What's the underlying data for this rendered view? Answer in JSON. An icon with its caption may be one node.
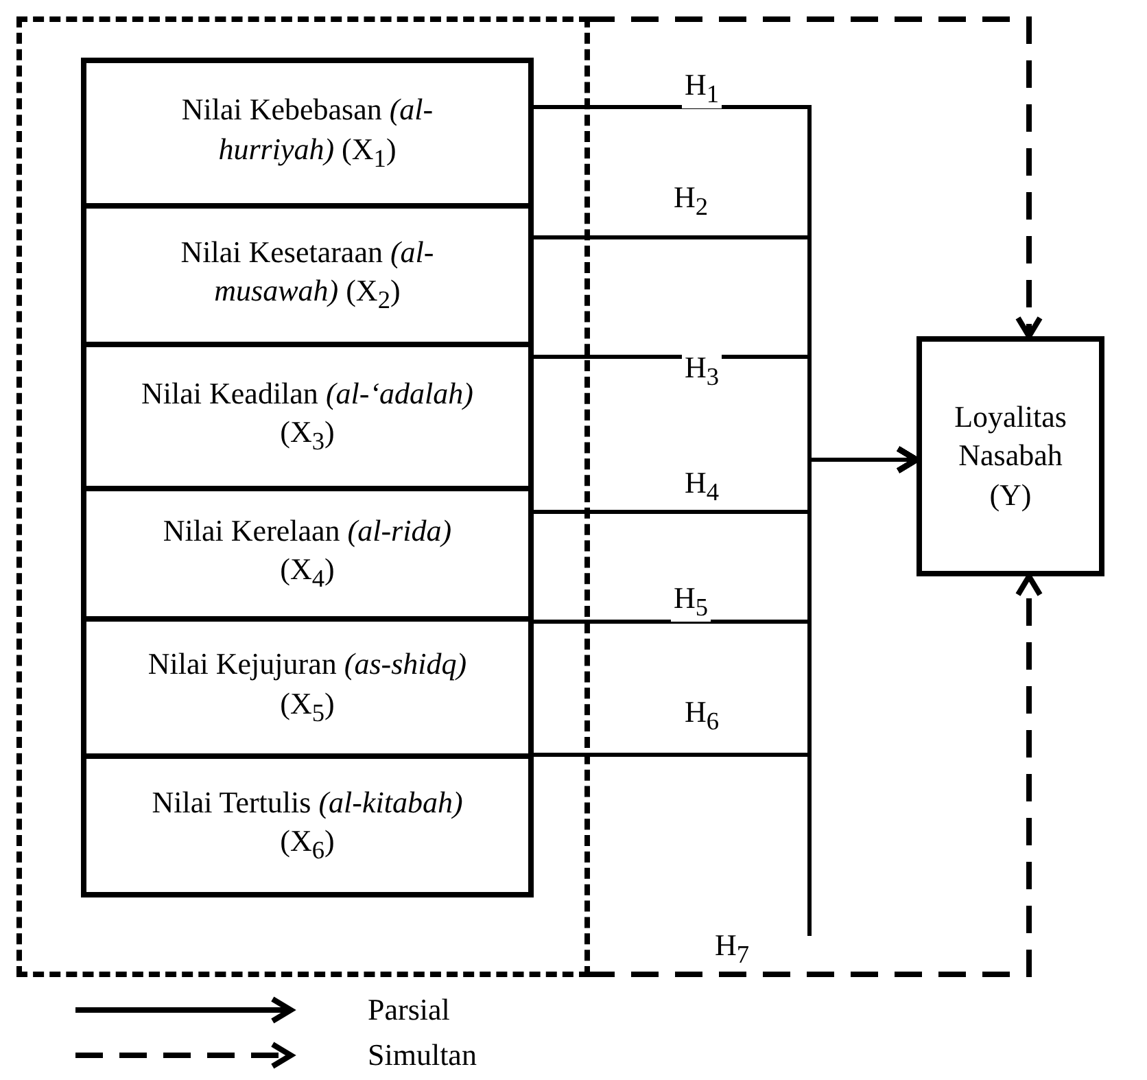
{
  "diagram": {
    "nodes": [
      {
        "text": [],
        "shape": "box"
      },
      {
        "text": [
          "Nilai Kebebasan *(al-hurriyah)* (X$_{1}$)"
        ],
        "in": 0
      },
      {
        "text": [
          "Nilai Kesetaraan *(al-musawah)* (X$_{2}$)"
        ],
        "in": 0
      },
      {
        "text": [
          "Nilai Keadilan *(al-‘adalah)* (X$_{3}$)"
        ],
        "in": 0
      },
      {
        "text": [
          "Nilai Kerelaan *(al-rida)* (X$_{4}$)"
        ],
        "in": 0
      },
      {
        "text": [
          "Nilai Kejujuran *(as-shidq)* (X$_{5}$)"
        ],
        "in": 0
      },
      {
        "text": [
          "Nilai Tertulis *(al-kitabah)* (X$_{6}$)"
        ],
        "in": 0
      },
      {
        "text": [
          "Loyalitas Nasabah (Y)"
        ]
      }
    ],
    "edges": [
      {
        "from": 1,
        "to": 7,
        "arrow": "to",
        "label": "H$_{1}$"
      },
      {
        "from": 2,
        "to": 7,
        "arrow": "to",
        "label": "H$_{2}$"
      },
      {
        "from": 3,
        "to": 7,
        "arrow": "to",
        "label": "H$_{3}$"
      },
      {
        "from": 4,
        "to": 7,
        "arrow": "to",
        "label": "H$_{4}$"
      },
      {
        "from": 5,
        "to": 7,
        "arrow": "to",
        "label": "H$_{5}$"
      },
      {
        "from": 6,
        "to": 7,
        "arrow": "to",
        "label": "H$_{6}$"
      },
      {
        "from": 0,
        "to": 7,
        "arrow": "to",
        "style": "dashed"
      },
      {
        "from": 0,
        "to": 7,
        "arrow": "to",
        "style": "dashed",
        "label": "H$_{7}$"
      }
    ],
    "legend": [
      {
        "text": "Parsial"
      },
      {
        "text": "Simultan"
      }
    ]
  }
}
